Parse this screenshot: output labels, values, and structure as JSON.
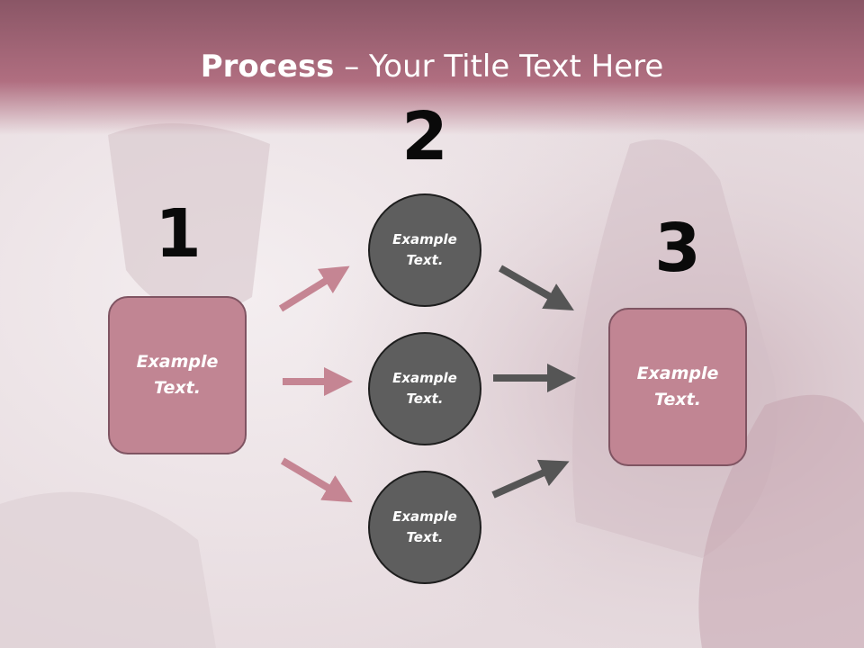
{
  "slide": {
    "title_bold": "Process",
    "title_rest": " – Your Title Text Here"
  },
  "steps": {
    "step1_number": "1",
    "step2_number": "2",
    "step3_number": "3"
  },
  "nodes": {
    "left_box": "Example\nText.",
    "circle_top": "Example\nText.",
    "circle_middle": "Example\nText.",
    "circle_bottom": "Example\nText.",
    "right_box": "Example\nText."
  },
  "colors": {
    "title_band": "#b06e80",
    "box_fill": "#c18593",
    "box_border": "#7f5462",
    "circle_fill": "#5e5e5e",
    "pink_arrow": "#c58593",
    "gray_arrow": "#555555"
  }
}
